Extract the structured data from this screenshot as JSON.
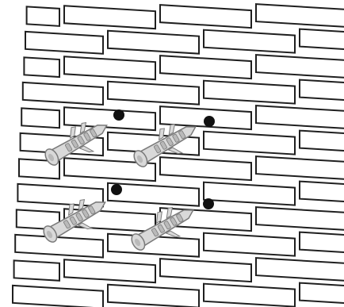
{
  "illustration": {
    "subject": "brick-wall-with-wall-anchors",
    "colors": {
      "background": "#ffffff",
      "mortar_line": "#1f1f1f",
      "brick_fill": "#ffffff",
      "anchor_fill": "#d9d9d9",
      "anchor_shade": "#b9b9b9",
      "anchor_outline": "#7a7a7a",
      "drill_hole": "#111111"
    },
    "anchor_count": 4,
    "hole_count": 4
  }
}
